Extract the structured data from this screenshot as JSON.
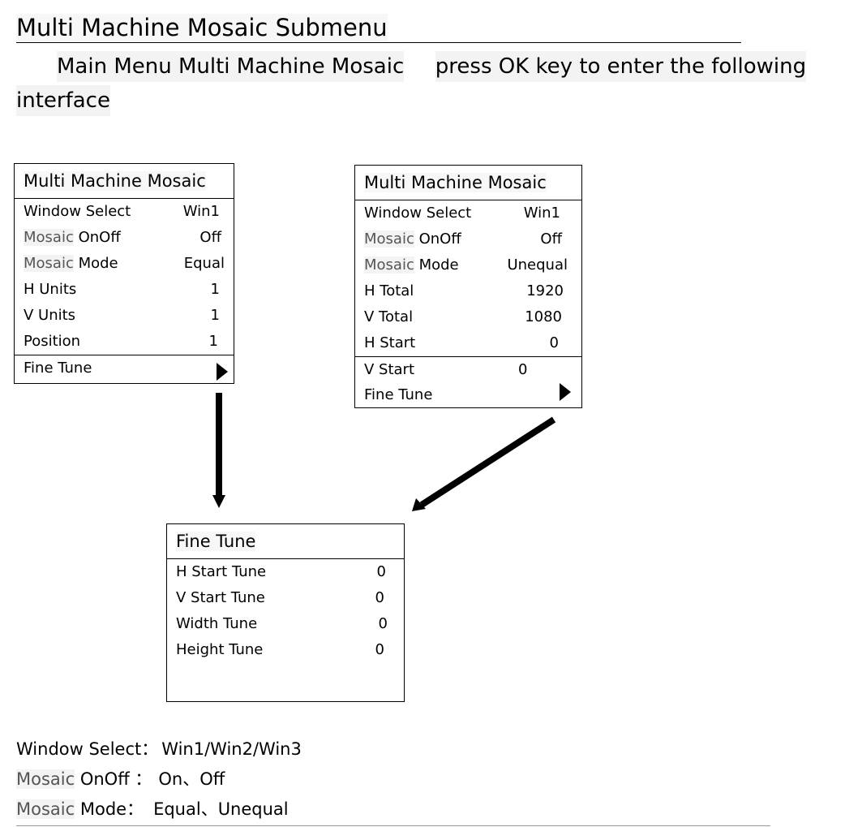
{
  "document": {
    "title": "Multi Machine Mosaic Submenu",
    "intro_line1": [
      "Main Menu Multi Machine Mosaic",
      "press OK key to enter the following"
    ],
    "intro_line2": "interface"
  },
  "panel_equal": {
    "title": "Multi Machine Mosaic",
    "rows": [
      {
        "label_gray": "",
        "label": "Window Select",
        "value": "Win1"
      },
      {
        "label_gray": "Mosaic",
        "label": " OnOff",
        "value": "Off"
      },
      {
        "label_gray": "Mosaic",
        "label": " Mode",
        "value": "Equal"
      },
      {
        "label_gray": "",
        "label": "H Units",
        "value": "1"
      },
      {
        "label_gray": "",
        "label": "V Units",
        "value": "1"
      },
      {
        "label_gray": "",
        "label": "Position",
        "value": "1"
      }
    ],
    "fine_tune_label": "Fine Tune",
    "fine_tune_icon": "triangle-right-icon"
  },
  "panel_unequal": {
    "title": "Multi Machine Mosaic",
    "rows": [
      {
        "label_gray": "",
        "label": "Window Select",
        "value": "Win1"
      },
      {
        "label_gray": "Mosaic",
        "label": " OnOff",
        "value": "Off"
      },
      {
        "label_gray": "Mosaic",
        "label": " Mode",
        "value": "Unequal"
      },
      {
        "label_gray": "",
        "label": "H Total",
        "value": "1920"
      },
      {
        "label_gray": "",
        "label": "V Total",
        "value": "1080"
      },
      {
        "label_gray": "",
        "label": "H Start",
        "value": "0"
      },
      {
        "label_gray": "",
        "label": "V Start",
        "value": "0"
      }
    ],
    "fine_tune_label": "Fine Tune",
    "fine_tune_icon": "triangle-right-icon"
  },
  "panel_fine_tune": {
    "title": "Fine Tune",
    "rows": [
      {
        "label": "H Start Tune",
        "value": "0"
      },
      {
        "label": "V Start Tune",
        "value": "0"
      },
      {
        "label": "Width Tune",
        "value": "0"
      },
      {
        "label": "Height Tune",
        "value": "0"
      }
    ]
  },
  "legend": [
    {
      "gray": "",
      "label": "Window Select",
      "sep": "：",
      "options": "Win1/Win2/Win3"
    },
    {
      "gray": "Mosaic",
      "label": " OnOff",
      "sep": " ：",
      "options": "On、Off"
    },
    {
      "gray": "Mosaic",
      "label": " Mode",
      "sep": "：",
      "options": "Equal、Unequal"
    }
  ],
  "colors": {
    "text": "#000000",
    "muted": "#555555",
    "highlight": "#f3f3f3"
  }
}
